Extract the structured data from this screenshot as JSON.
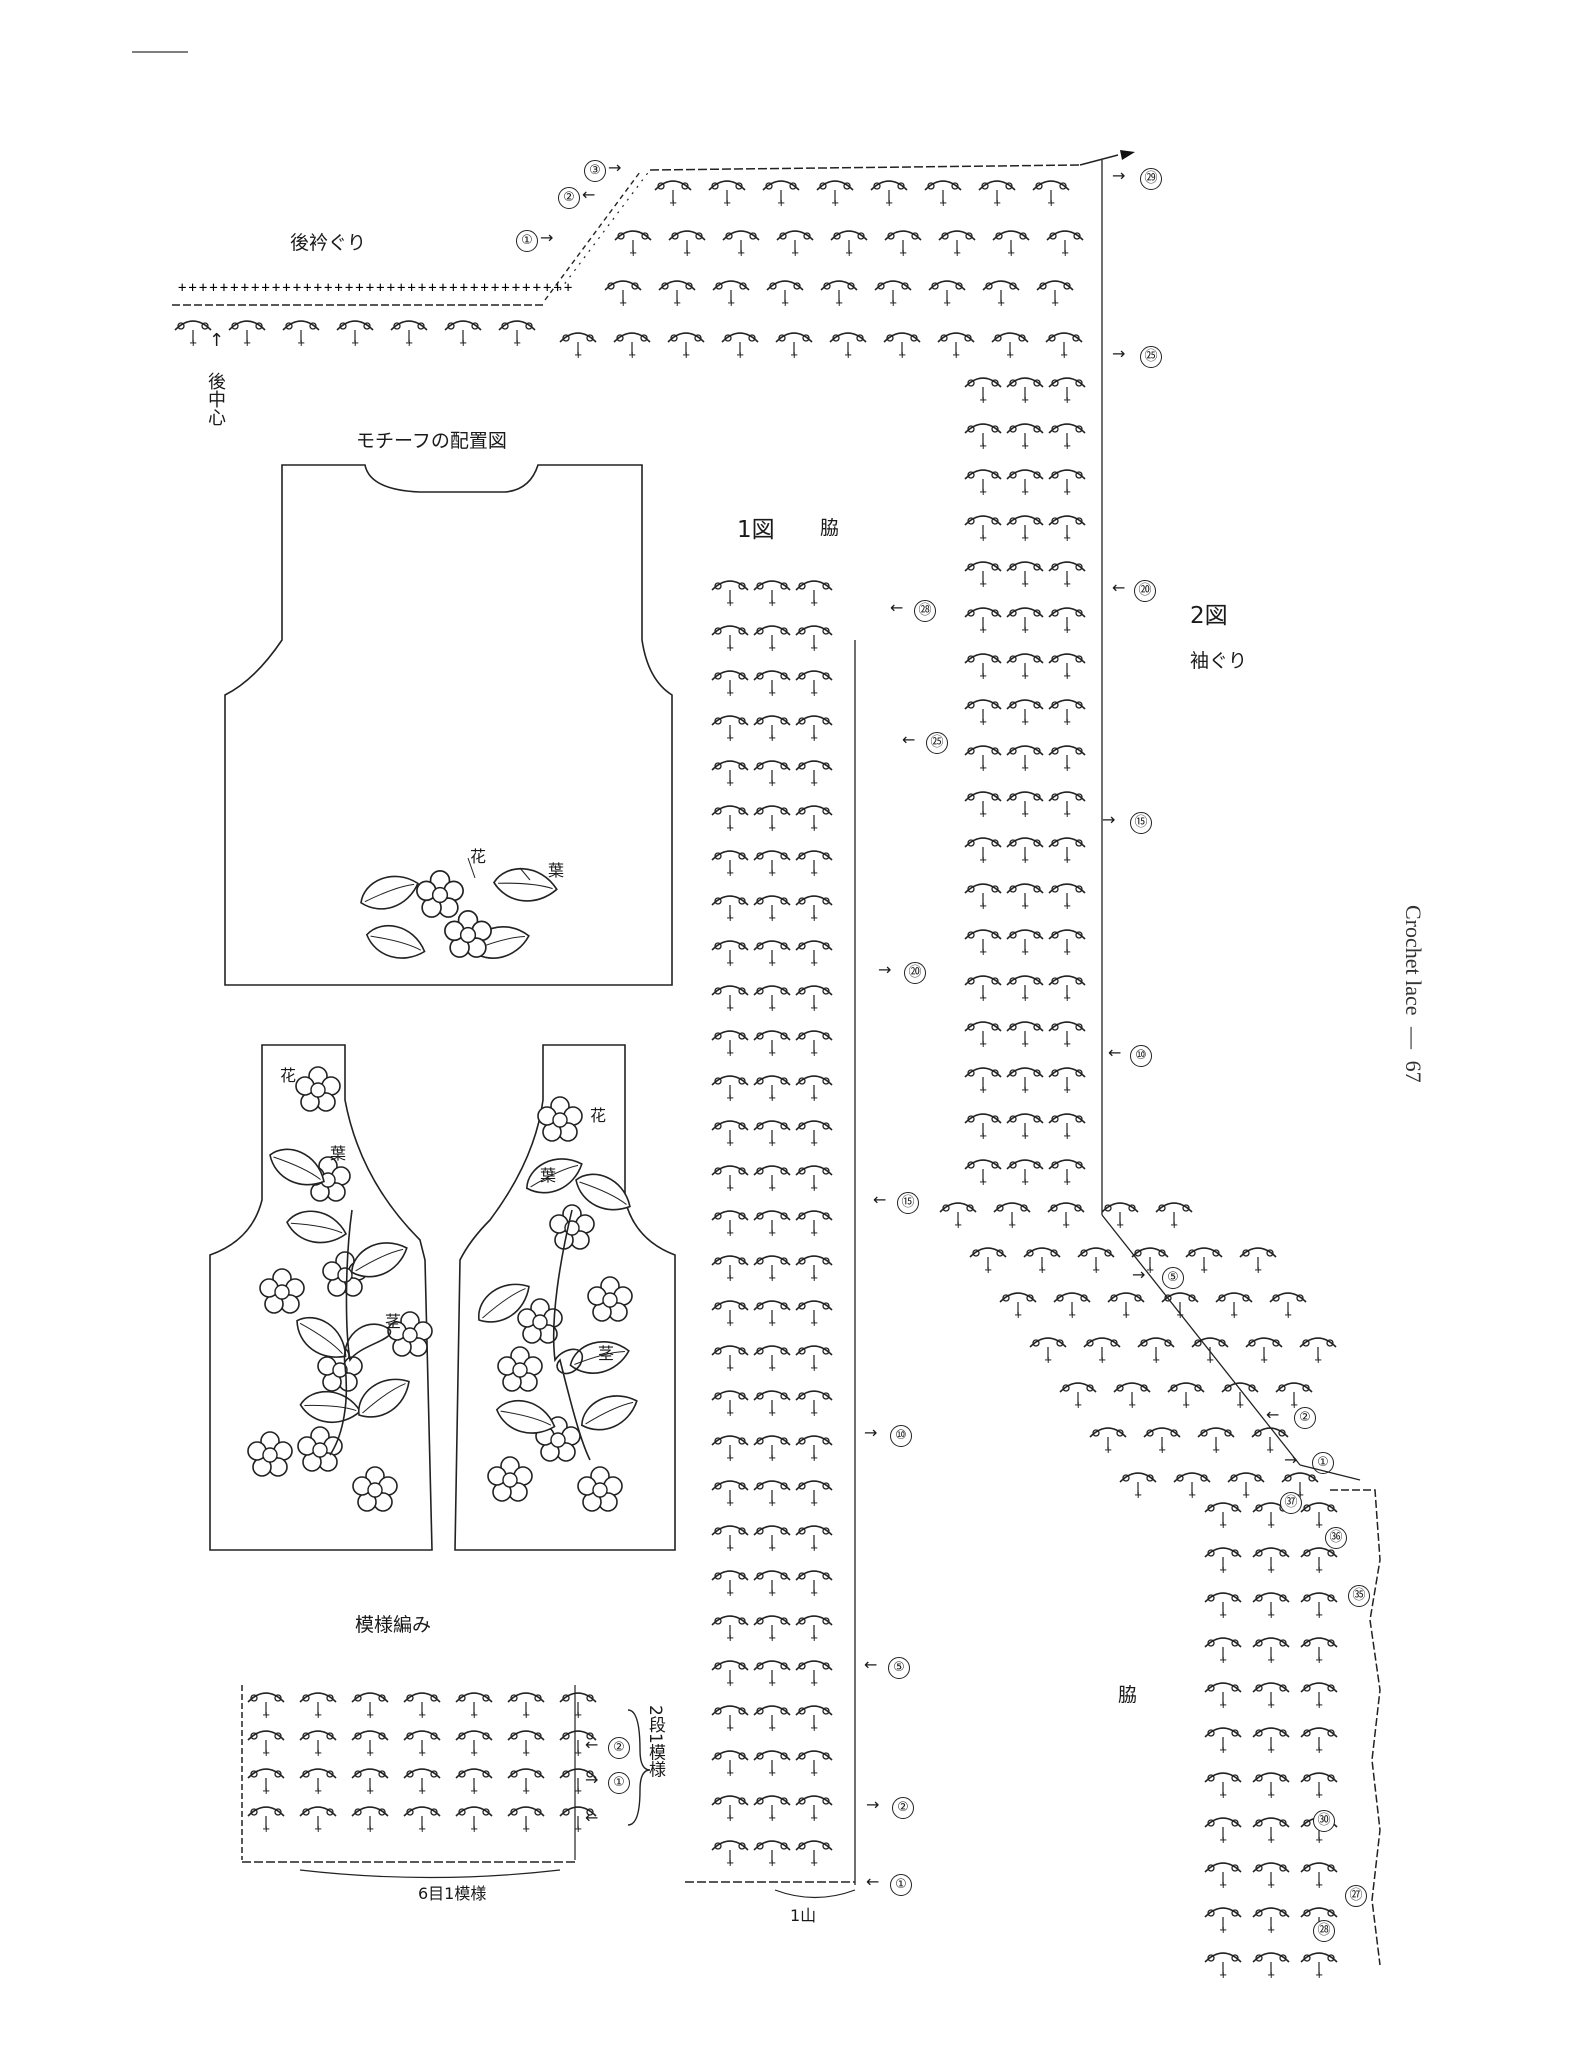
{
  "labels": {
    "back_neckline": "後衿ぐり",
    "back_center": "後中心",
    "motif_layout": "モチーフの配置図",
    "fig1": "1図",
    "fig1_sub": "脇",
    "fig2": "2図",
    "fig2_sub": "袖ぐり",
    "side": "脇",
    "pattern_title": "模様編み",
    "pattern_repeat_rows": "2段1模様",
    "pattern_repeat_sts": "6目1模様",
    "one_scallop": "1山",
    "flower": "花",
    "leaf": "葉",
    "stem": "茎"
  },
  "footer": {
    "brand": "Crochet lace",
    "dash": "—",
    "page": "67"
  },
  "row_markers": {
    "neck": [
      "③",
      "②",
      "①"
    ],
    "armhole": [
      "㉙",
      "㉕",
      "⑳",
      "⑮",
      "⑩",
      "⑤",
      "②",
      "①"
    ],
    "fig1": [
      "㉘",
      "㉕",
      "⑳",
      "⑮",
      "⑩",
      "⑤",
      "②",
      "①"
    ],
    "side_lower": [
      "㊲",
      "㊱",
      "㉟",
      "㉚",
      "㉗",
      "㉘"
    ],
    "pattern": [
      "②",
      "①"
    ]
  }
}
